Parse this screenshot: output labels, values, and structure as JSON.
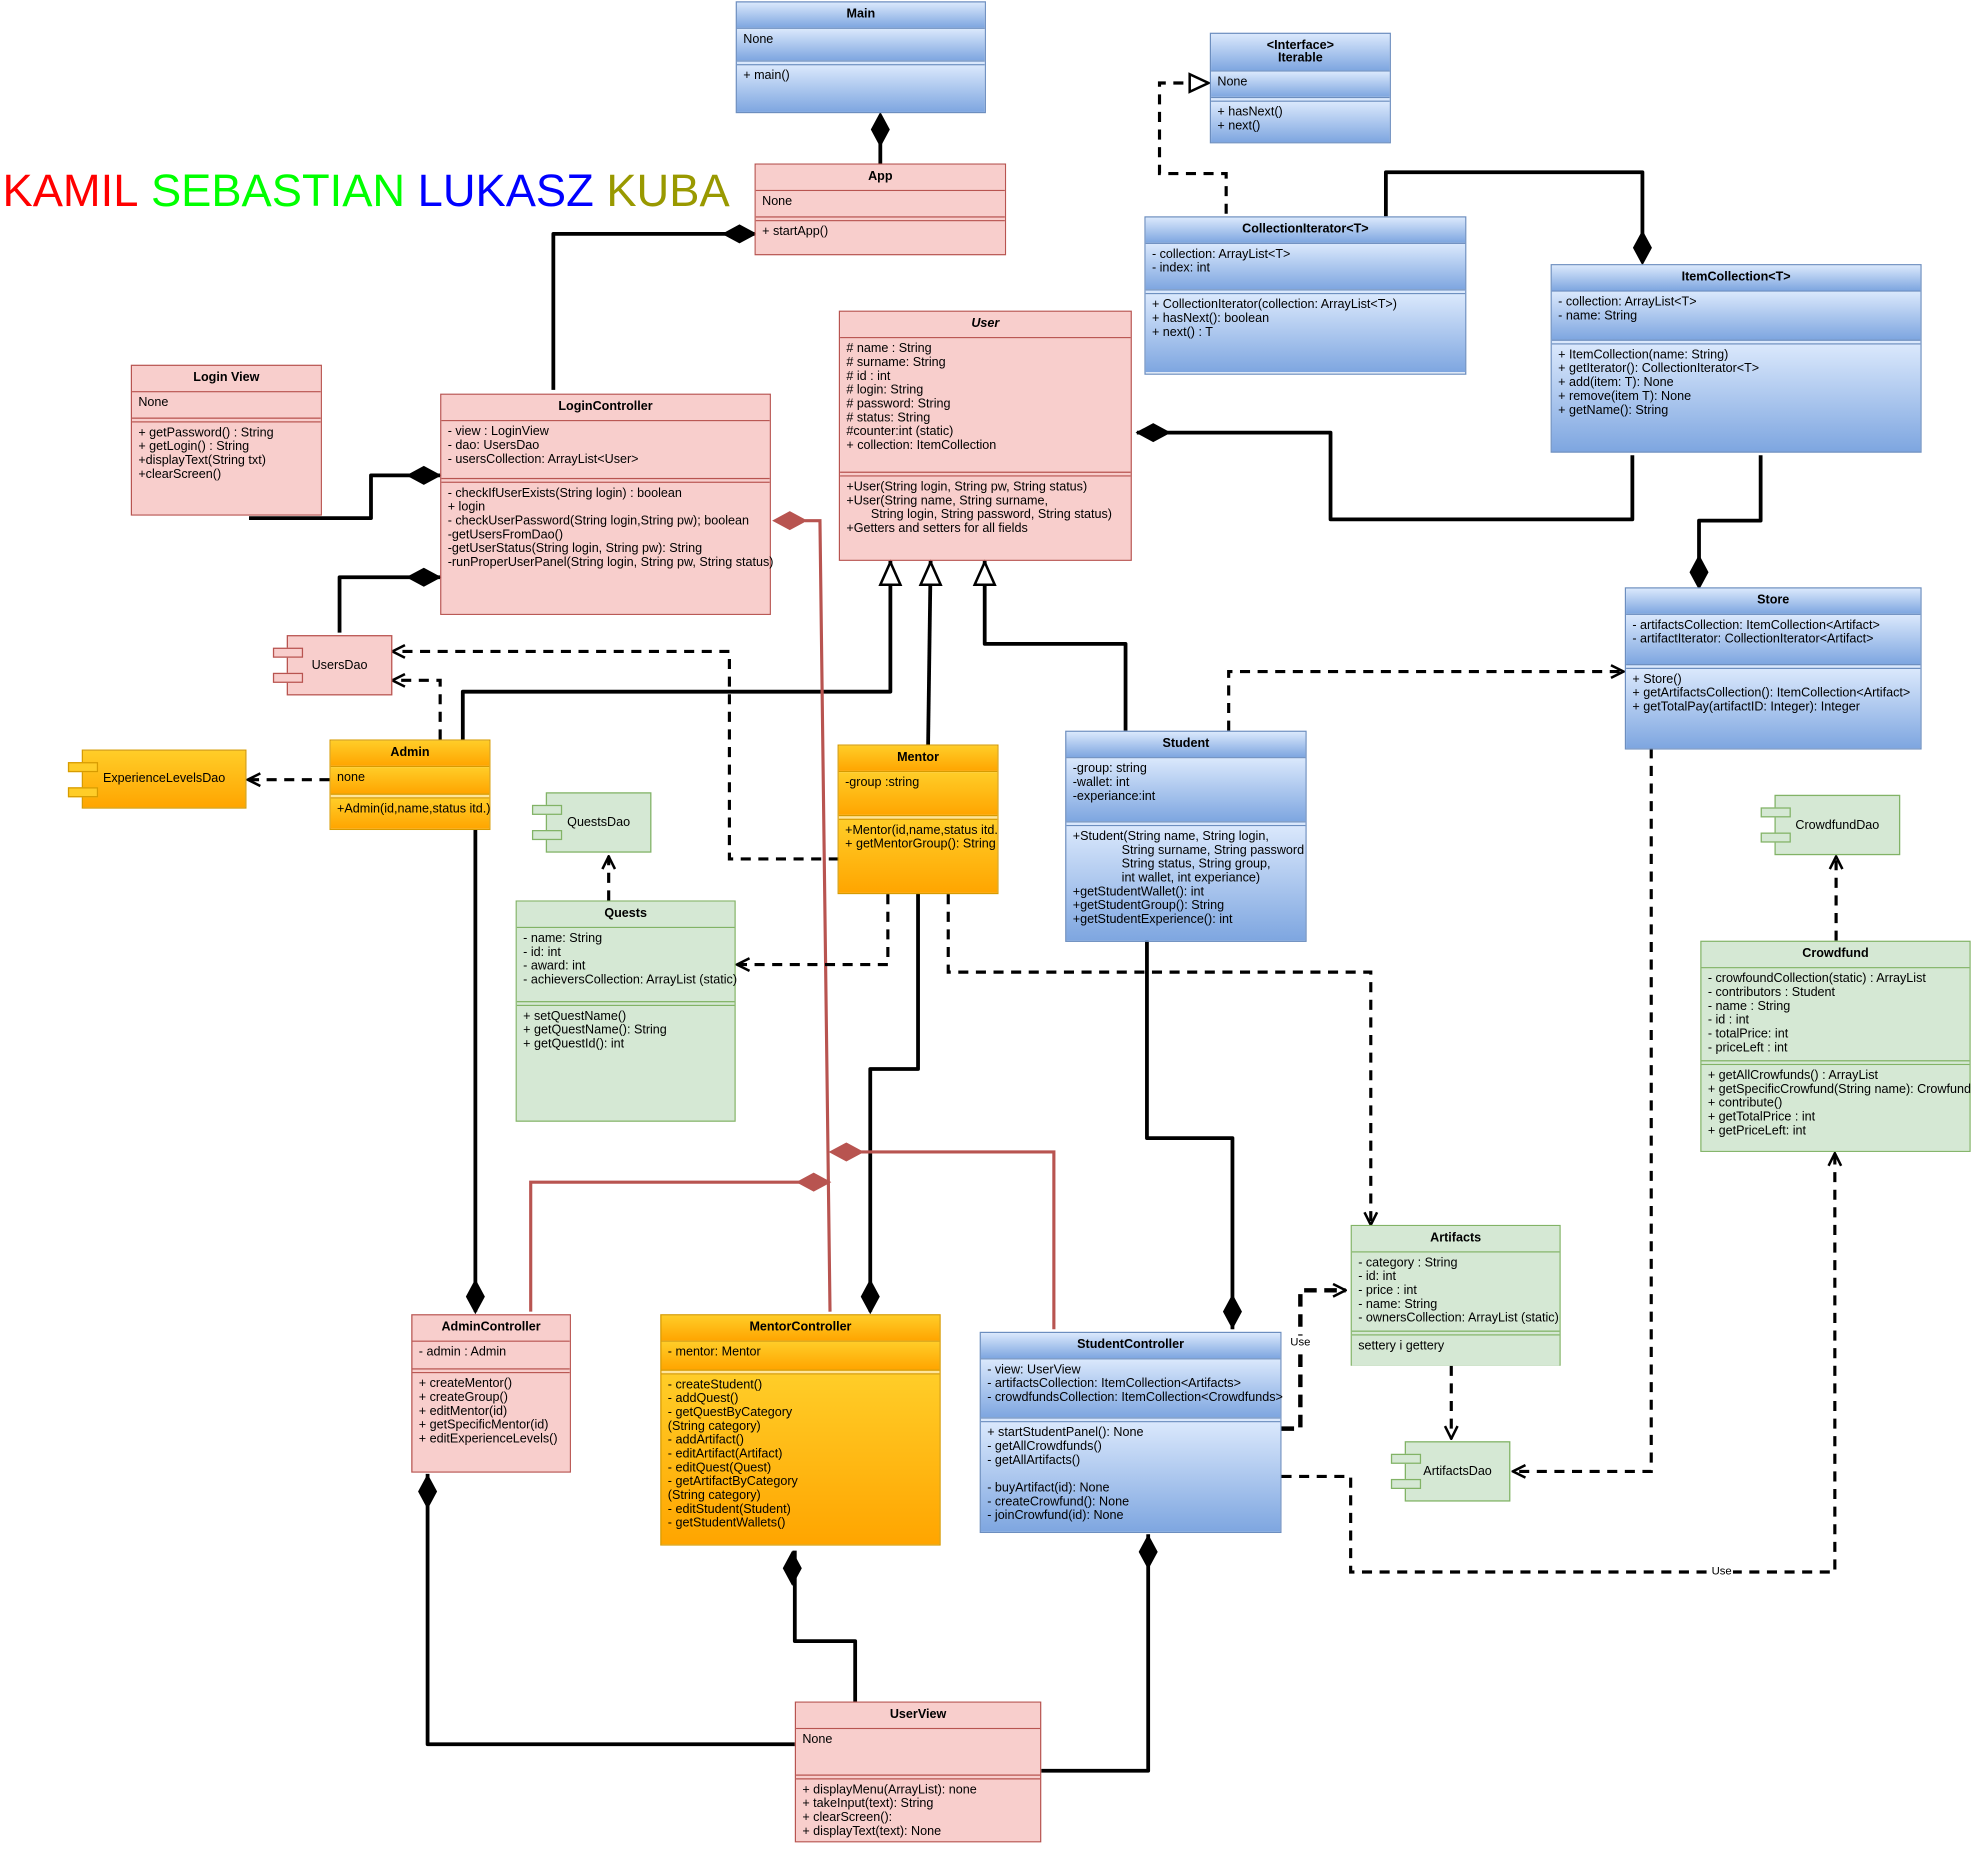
{
  "authors": [
    {
      "name": "KAMIL",
      "color": "#ff0000"
    },
    {
      "name": "SEBASTIAN",
      "color": "#00ff00"
    },
    {
      "name": "LUKASZ",
      "color": "#0000ff"
    },
    {
      "name": "KUBA",
      "color": "#999900"
    }
  ],
  "colors": {
    "red_fill": "#f8cecc",
    "red_stroke": "#b85450",
    "blue_fill": "#dae8fc",
    "blue_stroke": "#6c8ebf",
    "orange_fill": "#ffcd28",
    "orange_stroke": "#d79b00",
    "green_fill": "#d5e8d4",
    "green_stroke": "#82b366"
  },
  "classes": {
    "main": {
      "name": "Main",
      "attrs": "None",
      "methods": "+ main()"
    },
    "interface_iterable": {
      "name": "<Interface>\nIterable",
      "attrs": "None",
      "methods": "+ hasNext()\n+ next()"
    },
    "app": {
      "name": "App",
      "attrs": "None",
      "methods": "+ startApp()"
    },
    "collection_iterator": {
      "name": "CollectionIterator<T>",
      "attrs": "- collection: ArrayList<T>\n- index: int",
      "methods": "+ CollectionIterator(collection: ArrayList<T>)\n+ hasNext(): boolean\n+ next() : T"
    },
    "item_collection": {
      "name": "ItemCollection<T>",
      "attrs": "- collection: ArrayList<T>\n- name: String",
      "methods": "+ ItemCollection(name: String)\n+ getIterator(): CollectionIterator<T>\n+ add(item: T): None\n+ remove(item T): None\n+ getName(): String"
    },
    "user": {
      "name": "User",
      "attrs": "# name : String\n# surname: String\n# id : int\n# login: String\n# password: String\n# status: String\n#counter:int (static)\n+ collection: ItemCollection",
      "methods": "+User(String login, String pw, String status)\n+User(String name, String surname,\n       String login, String password, String status)\n+Getters and setters for all fields"
    },
    "login_view": {
      "name": "Login View",
      "attrs": "None",
      "methods": "+ getPassword() : String\n+ getLogin() : String\n+displayText(String txt)\n+clearScreen()"
    },
    "login_controller": {
      "name": "LoginController",
      "attrs": "- view : LoginView\n- dao: UsersDao\n- usersCollection: ArrayList<User>",
      "methods": "- checkIfUserExists(String login) : boolean\n+ login\n- checkUserPassword(String login,String pw); boolean\n-getUsersFromDao()\n-getUserStatus(String login, String pw): String\n-runProperUserPanel(String login, String pw, String status)"
    },
    "store": {
      "name": "Store",
      "attrs": "- artifactsCollection: ItemCollection<Artifact>\n- artifactIterator: CollectionIterator<Artifact>",
      "methods": "+ Store()\n+ getArtifactsCollection(): ItemCollection<Artifact>\n+ getTotalPay(artifactID: Integer): Integer"
    },
    "admin": {
      "name": "Admin",
      "attrs": "none",
      "methods": "+Admin(id,name,status itd.)"
    },
    "mentor": {
      "name": "Mentor",
      "attrs": "-group :string",
      "methods": "+Mentor(id,name,status itd.\n+ getMentorGroup(): String"
    },
    "student": {
      "name": "Student",
      "attrs": "-group: string\n-wallet: int\n-experiance:int",
      "methods": "+Student(String name, String login,\n              String surname, String password\n              String status, String group,\n              int wallet, int experiance)\n+getStudentWallet(): int\n+getStudentGroup(): String\n+getStudentExperience(): int"
    },
    "quests": {
      "name": "Quests",
      "attrs": "- name: String\n- id: int\n- award: int\n- achieversCollection: ArrayList (static)",
      "methods": "+ setQuestName()\n+ getQuestName(): String\n+ getQuestId(): int"
    },
    "crowdfund": {
      "name": "Crowdfund",
      "attrs": "- crowfoundCollection(static) : ArrayList\n- contributors : Student\n- name : String\n- id : int\n- totalPrice: int\n- priceLeft : int",
      "methods": "+ getAllCrowfunds() : ArrayList\n+ getSpecificCrowfund(String name): Crowfund\n+ contribute()\n+ getTotalPrice : int\n+ getPriceLeft: int"
    },
    "artifacts": {
      "name": "Artifacts",
      "attrs": "- category : String\n- id: int\n- price : int\n- name: String\n- ownersCollection: ArrayList (static)",
      "methods": "settery i gettery"
    },
    "admin_controller": {
      "name": "AdminController",
      "attrs": "- admin : Admin",
      "methods": "+ createMentor()\n+ createGroup()\n+ editMentor(id)\n+ getSpecificMentor(id)\n+ editExperienceLevels()"
    },
    "mentor_controller": {
      "name": "MentorController",
      "attrs": "- mentor: Mentor",
      "methods": "- createStudent()\n- addQuest()\n- getQuestByCategory\n(String category)\n- addArtifact()\n- editArtifact(Artifact)\n- editQuest(Quest)\n- getArtifactByCategory\n(String category)\n- editStudent(Student)\n- getStudentWallets()"
    },
    "student_controller": {
      "name": "StudentController",
      "attrs": "- view: UserView\n- artifactsCollection: ItemCollection<Artifacts>\n- crowdfundsCollection: ItemCollection<Crowdfunds>",
      "methods": "+ startStudentPanel(): None\n- getAllCrowdfunds()\n- getAllArtifacts()\n\n- buyArtifact(id): None\n- createCrowfund(): None\n- joinCrowfund(id): None"
    },
    "user_view": {
      "name": "UserView",
      "attrs": "None",
      "methods": "+ displayMenu(ArrayList): none\n+ takeInput(text): String\n+ clearScreen():\n+ displayText(text): None"
    }
  },
  "components": {
    "users_dao": "UsersDao",
    "experience_levels_dao": "ExperienceLevelsDao",
    "quests_dao": "QuestsDao",
    "crowdfund_dao": "CrowdfundDao",
    "artifacts_dao": "ArtifactsDao"
  },
  "edge_labels": {
    "use_artifacts": "Use",
    "use_crowdfund": "Use"
  }
}
